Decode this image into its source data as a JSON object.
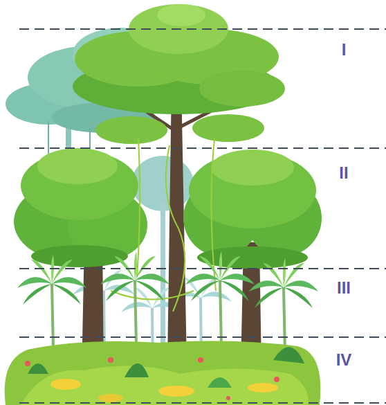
{
  "diagram": {
    "labels": [
      "I",
      "II",
      "III",
      "IV"
    ]
  }
}
